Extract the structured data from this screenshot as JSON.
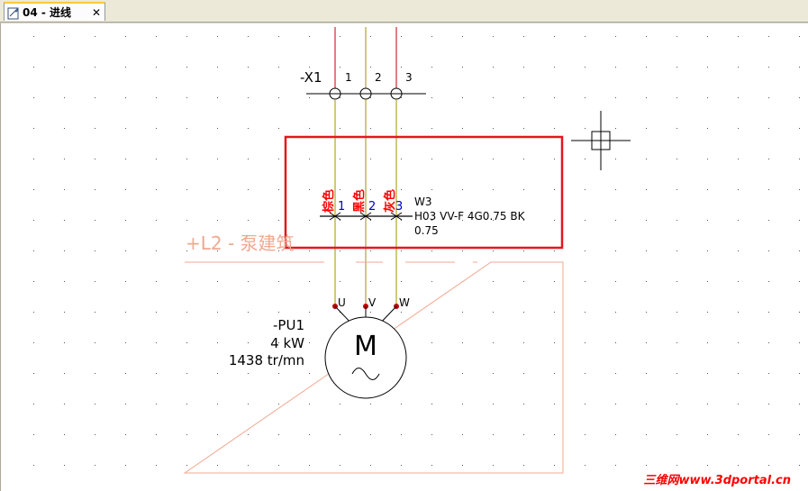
{
  "tab": {
    "label": "04 - 进线",
    "close": "✕",
    "icon": "schematic-page-icon"
  },
  "terminal": {
    "name": "-X1",
    "pins": [
      "1",
      "2",
      "3"
    ]
  },
  "cable": {
    "name": "W3",
    "type": "H03 VV-F 4G0.75 BK",
    "section": "0.75",
    "conductor_colors": [
      "棕色",
      "黑色",
      "灰色"
    ],
    "conductor_numbers": [
      "1",
      "2",
      "3"
    ]
  },
  "location": {
    "label": "+L2 - 泵建筑"
  },
  "motor": {
    "name": "-PU1",
    "power": "4 kW",
    "speed": "1438 tr/mn",
    "symbol": "M",
    "terminals": [
      "U",
      "V",
      "W"
    ]
  },
  "watermark": {
    "text": "三维网www.3dportal.cn"
  },
  "colors": {
    "wire_red": "#c00000",
    "wire_olive": "#a09000",
    "highlight": "#e0191f",
    "location_box": "#f0a890",
    "conductor_text": "#ff0000",
    "number_text": "#0000cc"
  }
}
